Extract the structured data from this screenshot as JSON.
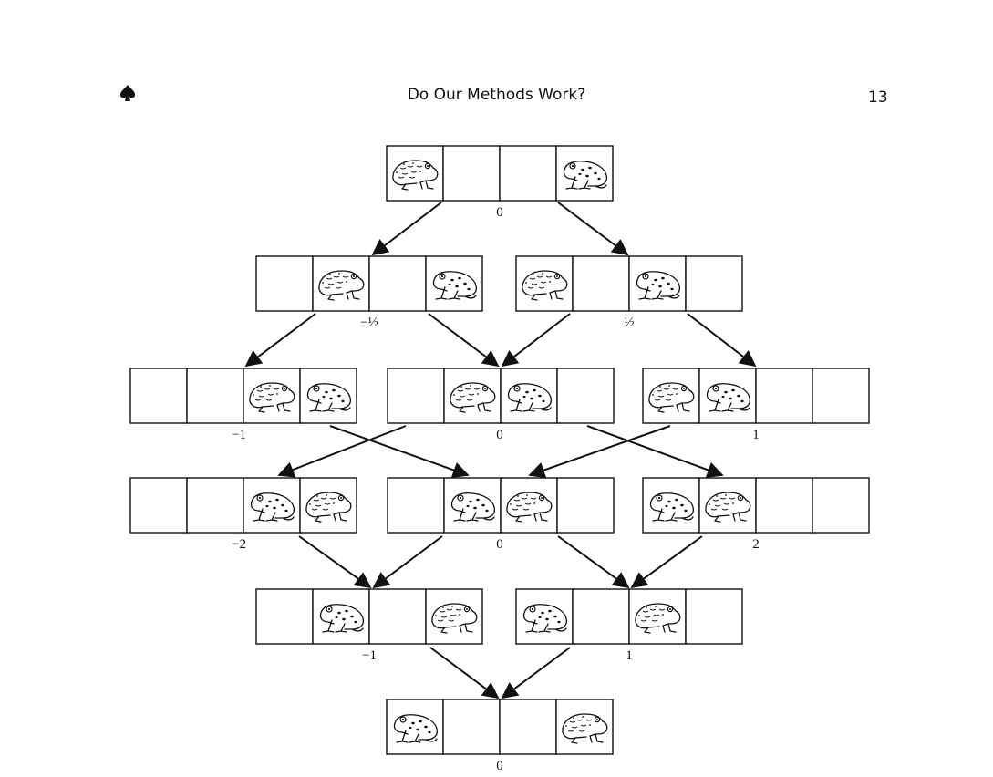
{
  "header": {
    "title": "Do Our Methods Work?",
    "page_number": "13",
    "ornament": "spade-icon"
  },
  "diagram": {
    "piece_types": [
      "toad",
      "frog"
    ],
    "boards": [
      {
        "id": "r1",
        "cells": [
          "toad",
          "",
          "",
          "frog"
        ],
        "value": "0"
      },
      {
        "id": "r2a",
        "cells": [
          "",
          "toad",
          "",
          "frog"
        ],
        "value": "−½"
      },
      {
        "id": "r2b",
        "cells": [
          "toad",
          "",
          "frog",
          ""
        ],
        "value": "½"
      },
      {
        "id": "r3a",
        "cells": [
          "",
          "",
          "toad",
          "frog"
        ],
        "value": "−1"
      },
      {
        "id": "r3b",
        "cells": [
          "",
          "toad",
          "frog",
          ""
        ],
        "value": "0"
      },
      {
        "id": "r3c",
        "cells": [
          "toad",
          "frog",
          "",
          ""
        ],
        "value": "1"
      },
      {
        "id": "r4a",
        "cells": [
          "",
          "",
          "frog",
          "toad"
        ],
        "value": "−2"
      },
      {
        "id": "r4b",
        "cells": [
          "",
          "frog",
          "toad",
          ""
        ],
        "value": "0"
      },
      {
        "id": "r4c",
        "cells": [
          "frog",
          "toad",
          "",
          ""
        ],
        "value": "2"
      },
      {
        "id": "r5a",
        "cells": [
          "",
          "frog",
          "",
          "toad"
        ],
        "value": "−1"
      },
      {
        "id": "r5b",
        "cells": [
          "frog",
          "",
          "toad",
          ""
        ],
        "value": "1"
      },
      {
        "id": "r6",
        "cells": [
          "frog",
          "",
          "",
          "toad"
        ],
        "value": "0"
      }
    ],
    "moves": [
      [
        "r1",
        "r2a"
      ],
      [
        "r1",
        "r2b"
      ],
      [
        "r2a",
        "r3a"
      ],
      [
        "r2a",
        "r3b"
      ],
      [
        "r2b",
        "r3b"
      ],
      [
        "r2b",
        "r3c"
      ],
      [
        "r3a",
        "r4b"
      ],
      [
        "r3b",
        "r4a"
      ],
      [
        "r3b",
        "r4c"
      ],
      [
        "r3c",
        "r4b"
      ],
      [
        "r4a",
        "r5a"
      ],
      [
        "r4b",
        "r5a"
      ],
      [
        "r4b",
        "r5b"
      ],
      [
        "r4c",
        "r5b"
      ],
      [
        "r5a",
        "r6"
      ],
      [
        "r5b",
        "r6"
      ]
    ]
  }
}
